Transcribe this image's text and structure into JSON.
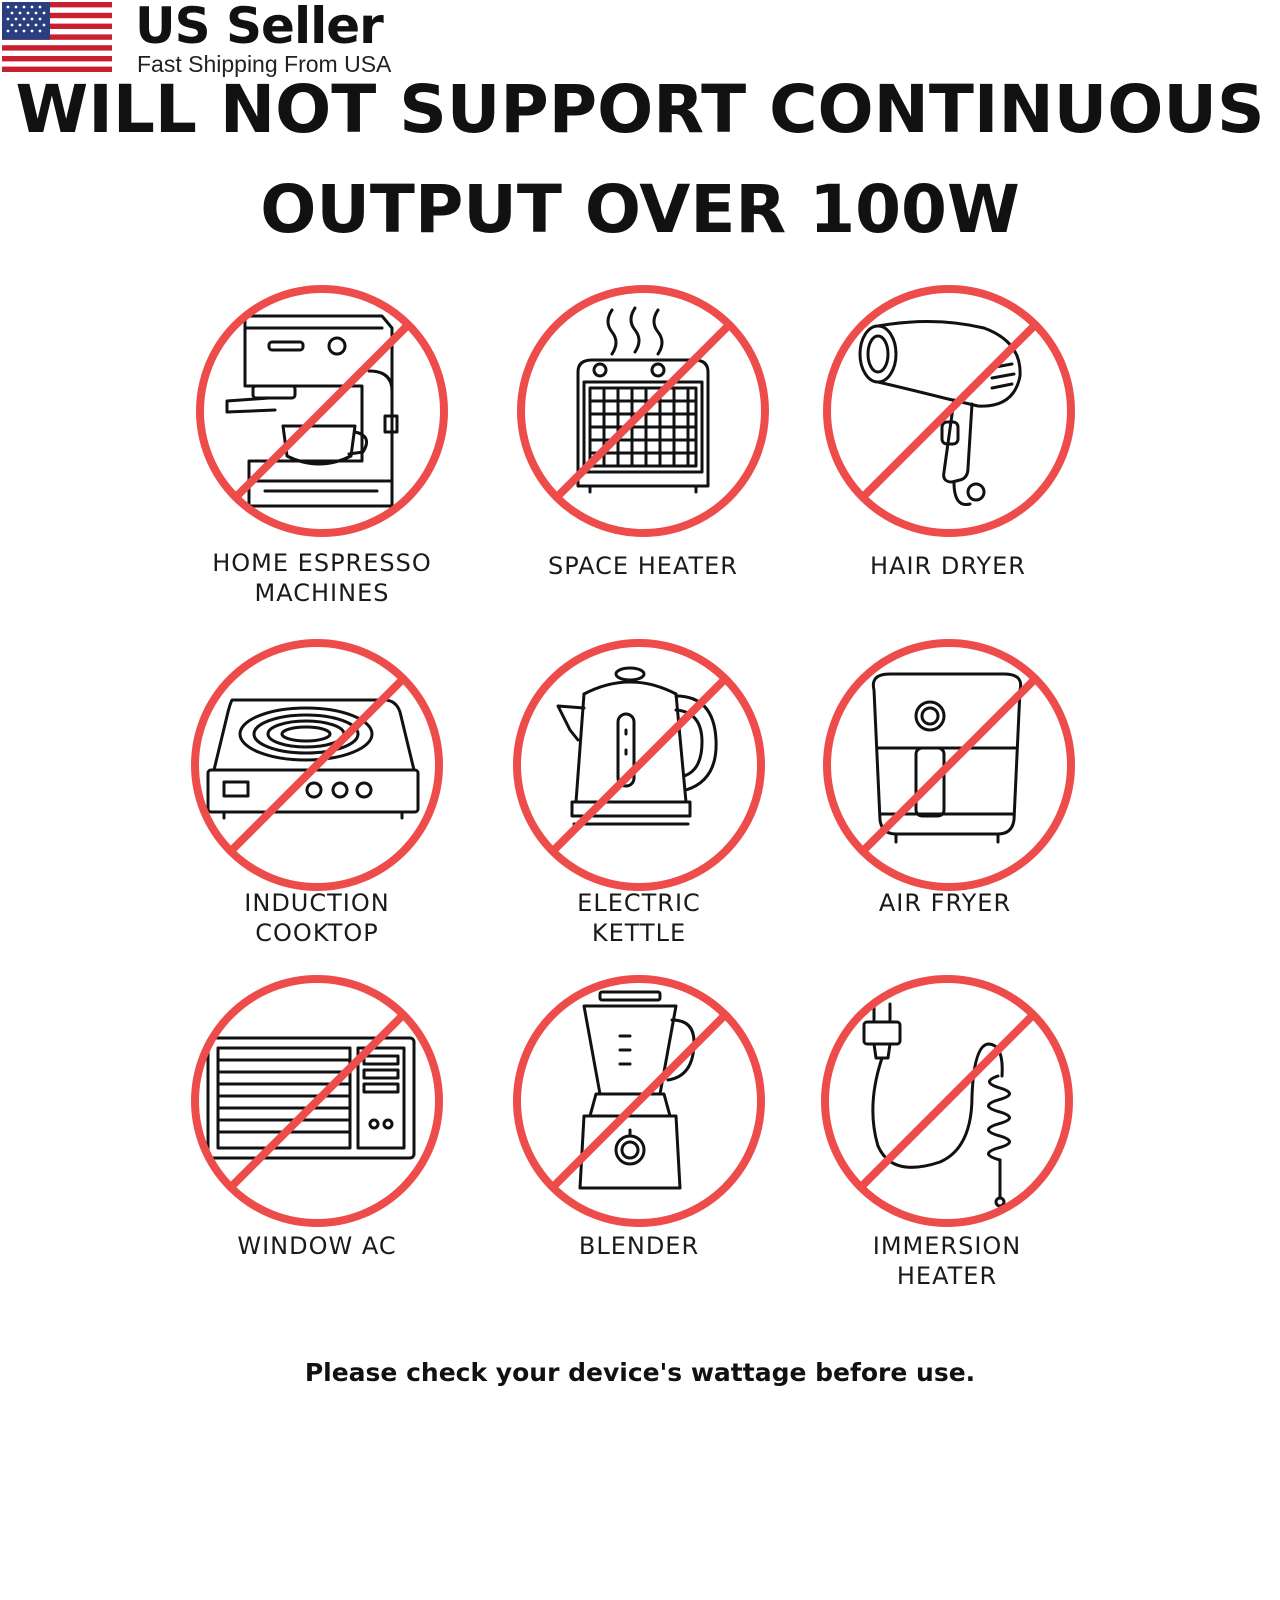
{
  "badge": {
    "title": "US Seller",
    "subtitle": "Fast Shipping From USA",
    "flag_icon": "us-flag-icon"
  },
  "headline": {
    "line1": "WILL NOT SUPPORT CONTINUOUS",
    "line2": "OUTPUT OVER 100W"
  },
  "colors": {
    "prohibition_red": "#ee4b4b",
    "ink": "#111111"
  },
  "appliances": [
    {
      "label": "HOME ESPRESSO\nMACHINES",
      "icon": "espresso-machine-icon"
    },
    {
      "label": "SPACE HEATER",
      "icon": "space-heater-icon"
    },
    {
      "label": "HAIR DRYER",
      "icon": "hair-dryer-icon"
    },
    {
      "label": "INDUCTION\nCOOKTOP",
      "icon": "induction-cooktop-icon"
    },
    {
      "label": "ELECTRIC\nKETTLE",
      "icon": "electric-kettle-icon"
    },
    {
      "label": "AIR FRYER",
      "icon": "air-fryer-icon"
    },
    {
      "label": "WINDOW AC",
      "icon": "window-ac-icon"
    },
    {
      "label": "BLENDER",
      "icon": "blender-icon"
    },
    {
      "label": "IMMERSION\nHEATER",
      "icon": "immersion-heater-icon"
    }
  ],
  "note": "Please check your device's wattage before use."
}
